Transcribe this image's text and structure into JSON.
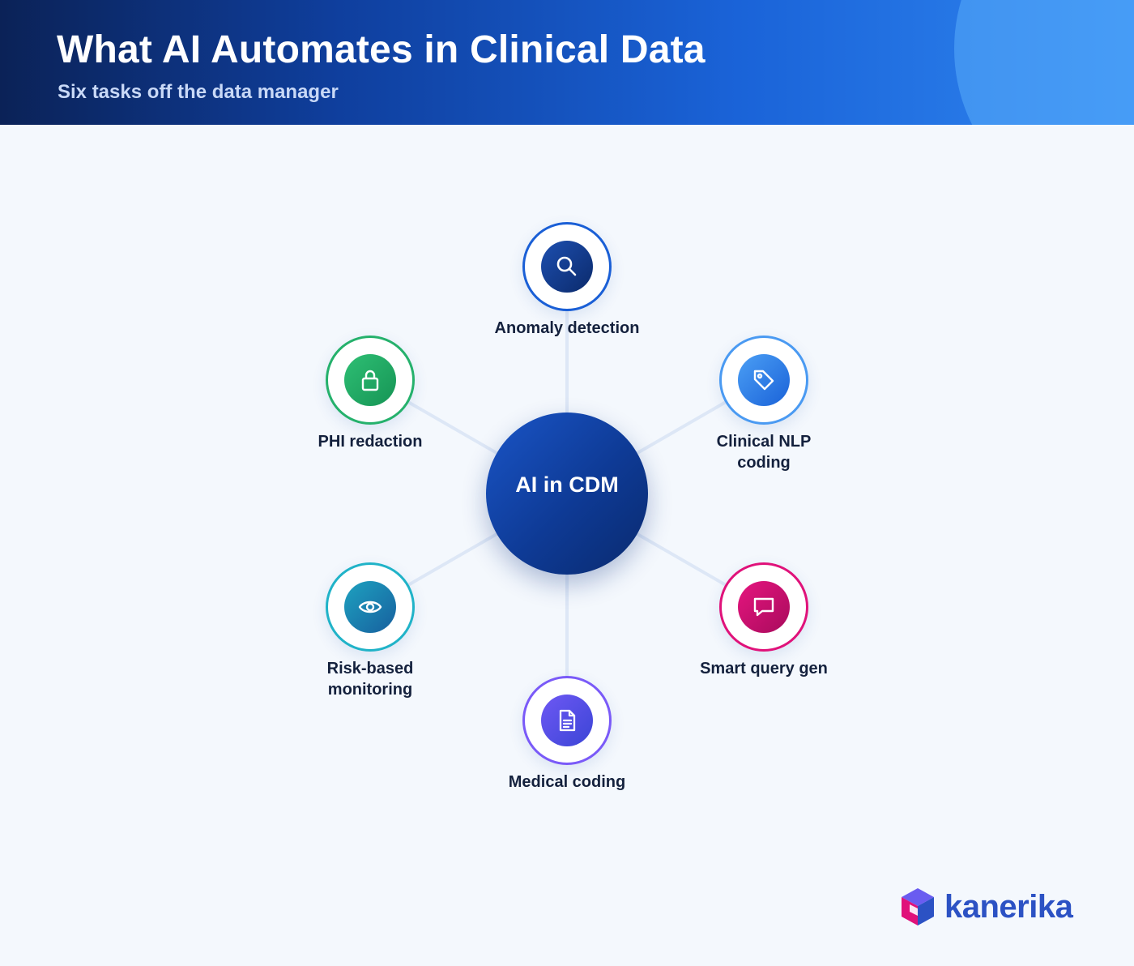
{
  "header": {
    "title": "What AI Automates in Clinical Data",
    "subtitle": "Six tasks off the data manager"
  },
  "hub": {
    "label": "AI in CDM"
  },
  "nodes": [
    {
      "label": "Anomaly detection",
      "icon": "magnifier-icon",
      "color": "#1a5fd6"
    },
    {
      "label": "Clinical NLP coding",
      "icon": "tag-icon",
      "color": "#4a9af2"
    },
    {
      "label": "Smart query gen",
      "icon": "chat-bubble-icon",
      "color": "#e0127a"
    },
    {
      "label": "Medical coding",
      "icon": "document-icon",
      "color": "#7a5af8"
    },
    {
      "label": "Risk-based monitoring",
      "icon": "eye-icon",
      "color": "#20b3c8"
    },
    {
      "label": "PHI redaction",
      "icon": "padlock-icon",
      "color": "#25b16c"
    }
  ],
  "brand": {
    "name": "kanerika",
    "icon": "cube-logo-icon",
    "color": "#2c52c4"
  }
}
